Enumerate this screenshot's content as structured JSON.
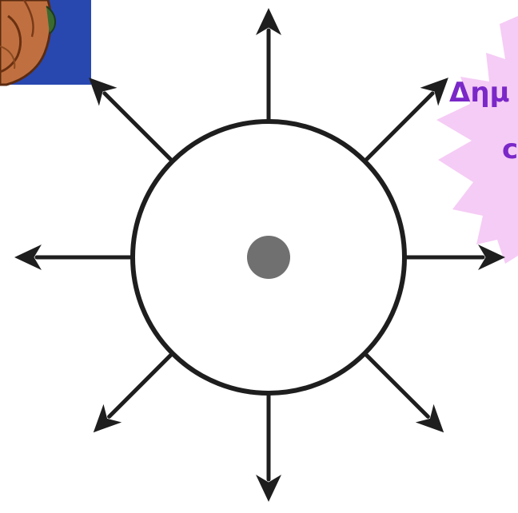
{
  "diagram": {
    "arrow_count": 8,
    "center_dot_color": "#707070",
    "line_color": "#1e1e1e",
    "circle_fill": "#ffffff"
  },
  "photo": {
    "icon": "cartoon-face-photo",
    "background_color": "#2848b0",
    "skin_color": "#c07040"
  },
  "callout": {
    "shape": "starburst",
    "fill_color": "#f5ccf5",
    "text_color": "#7a28c8",
    "line1": "Δημ",
    "line2": "c"
  }
}
